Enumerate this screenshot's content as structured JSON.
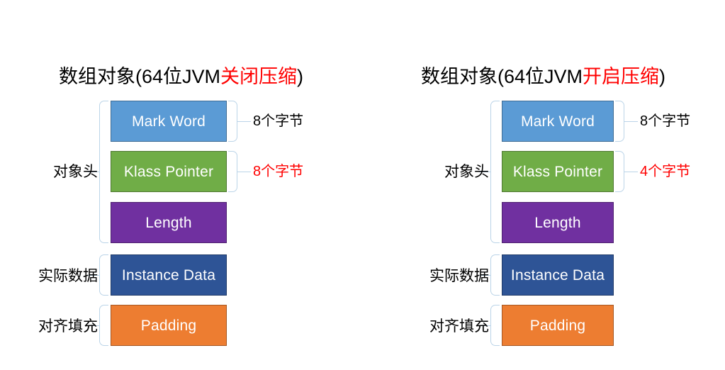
{
  "colors": {
    "mark_word": "#5B9BD5",
    "klass_pointer": "#70AD47",
    "length": "#7030A0",
    "instance_data": "#2E5496",
    "padding": "#ED7D31",
    "highlight": "#FF0000",
    "bracket": "#BBD4E8",
    "text": "#000000",
    "box_text": "#FFFFFF"
  },
  "columns": [
    {
      "title_prefix": "数组对象(64位JVM",
      "title_highlight": "关闭压缩",
      "title_suffix": ")",
      "labels": {
        "object_header": "对象头",
        "instance_data": "实际数据",
        "alignment_padding": "对齐填充"
      },
      "boxes": {
        "mark_word": "Mark Word",
        "klass_pointer": "Klass Pointer",
        "length": "Length",
        "instance_data": "Instance Data",
        "padding": "Padding"
      },
      "byte_labels": {
        "mark_word": "8个字节",
        "klass_pointer": "8个字节"
      }
    },
    {
      "title_prefix": "数组对象(64位JVM",
      "title_highlight": "开启压缩",
      "title_suffix": ")",
      "labels": {
        "object_header": "对象头",
        "instance_data": "实际数据",
        "alignment_padding": "对齐填充"
      },
      "boxes": {
        "mark_word": "Mark Word",
        "klass_pointer": "Klass Pointer",
        "length": "Length",
        "instance_data": "Instance Data",
        "padding": "Padding"
      },
      "byte_labels": {
        "mark_word": "8个字节",
        "klass_pointer": "4个字节"
      }
    }
  ]
}
